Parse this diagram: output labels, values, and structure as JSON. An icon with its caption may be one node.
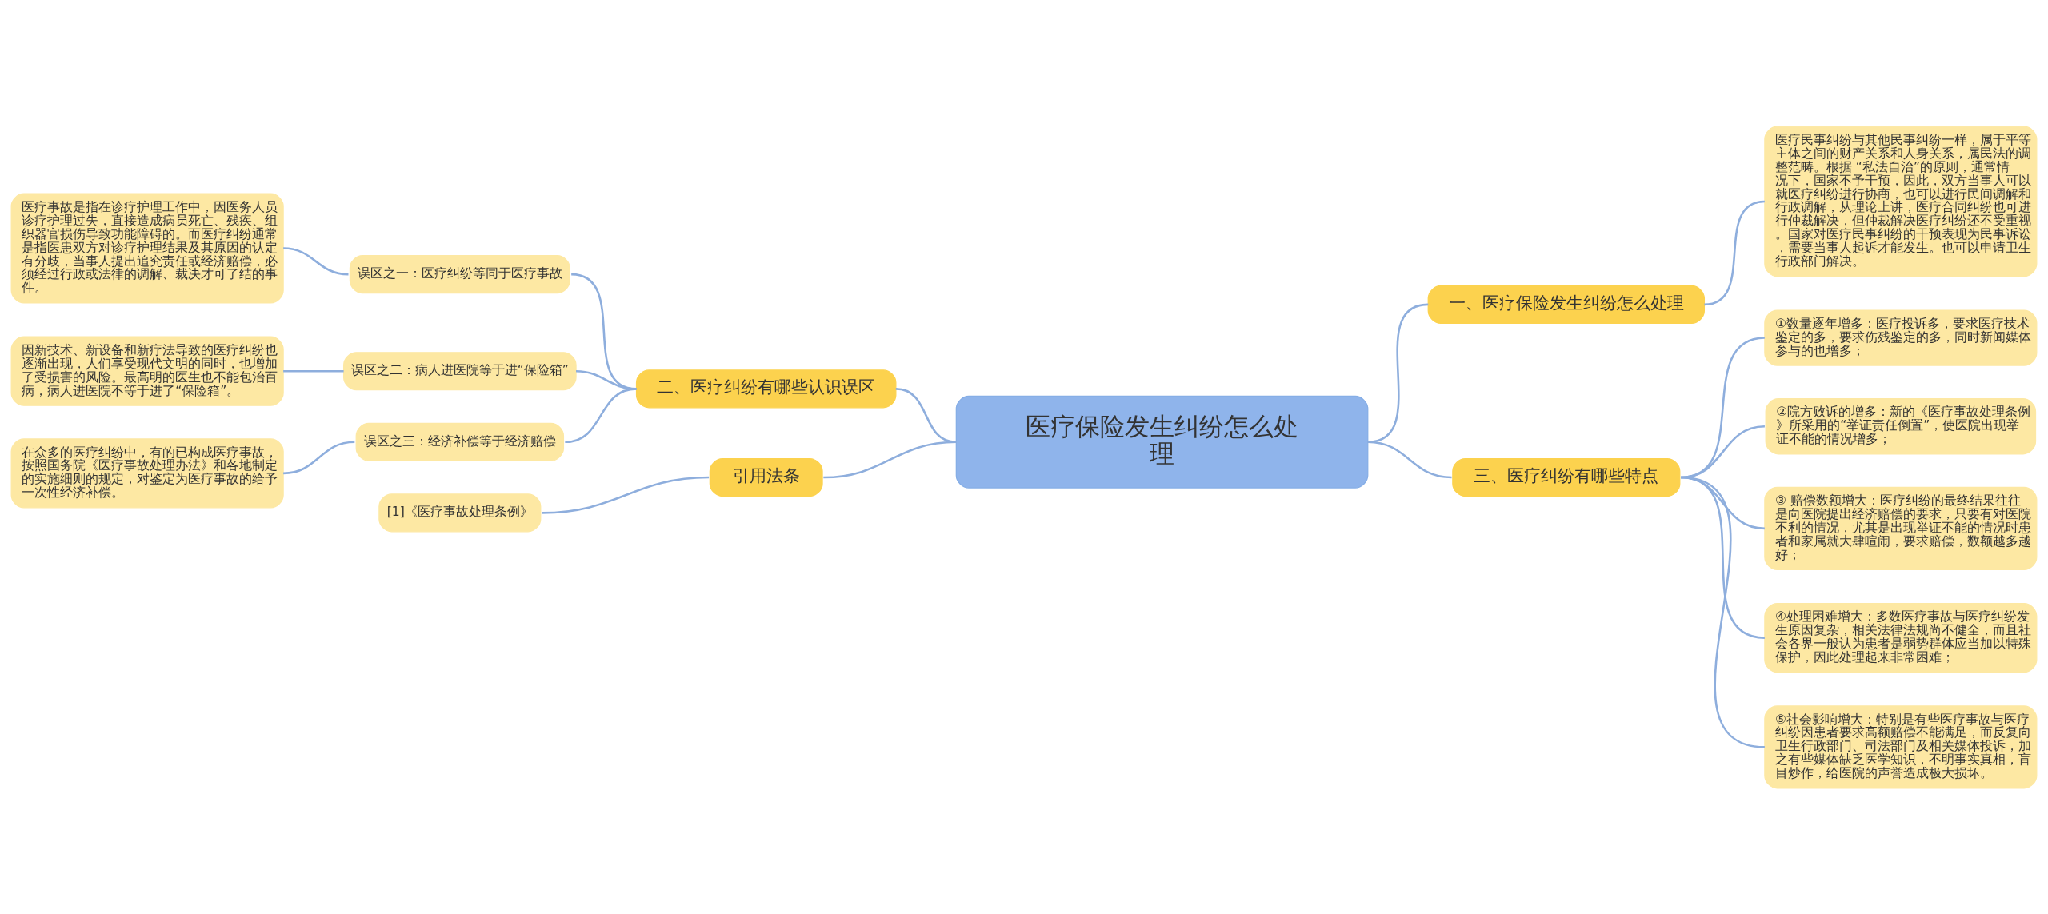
{
  "diagram": {
    "nodes": [
      {
        "text": [
          "医疗保险发生纠纷怎么处理"
        ]
      },
      {
        "text": [
          "一、医疗保险发生纠纷怎么处理"
        ]
      },
      {
        "text": [
          "医疗民事纠纷与其他民事纠纷一样，属于平等主体之间的财产关系和人身关系，属民法的调整范畴。根据 “私法自治”的原则，通常情况下，国家不予干预，因此，双方当事人可以就医疗纠纷进行协商，也可以进行民间调解和行政调解，从理论上讲，医疗合同纠纷也可进行仲裁解决，但仲裁解决医疗纠纷还不受重视。国家对医疗民事纠纷的干预表现为民事诉讼，需要当事人起诉才能发生。也可以申请卫生行政部门解决。"
        ]
      },
      {
        "text": [
          "二、医疗纠纷有哪些认识误区"
        ]
      },
      {
        "text": [
          "误区之一：医疗纠纷等同于医疗事故"
        ]
      },
      {
        "text": [
          "医疗事故是指在诊疗护理工作中，因医务人员诊疗护理过失，直接造成病员死亡、残疾、组织器官损伤导致功能障碍的。而医疗纠纷通常是指医患双方对诊疗护理结果及其原因的认定有分歧，当事人提出追究责任或经济赔偿，必须经过行政或法律的调解、裁决才可了结的事件。"
        ]
      },
      {
        "text": [
          "误区之二：病人进医院等于进“保险箱”"
        ]
      },
      {
        "text": [
          "因新技术、新设备和新疗法导致的医疗纠纷也逐渐出现，人们享受现代文明的同时，也增加了受损害的风险。最高明的医生也不能包治百病，病人进医院不等于进了“保险箱”。"
        ]
      },
      {
        "text": [
          "误区之三：经济补偿等于经济赔偿"
        ]
      },
      {
        "text": [
          "在众多的医疗纠纷中，有的已构成医疗事故，按照国务院《医疗事故处理办法》和各地制定的实施细则的规定，对鉴定为医疗事故的给予一次性经济补偿。"
        ]
      },
      {
        "text": [
          "三、医疗纠纷有哪些特点"
        ]
      },
      {
        "text": [
          "①数量逐年增多：医疗投诉多，要求医疗技术鉴定的多，要求伤残鉴定的多，同时新闻媒体参与的也增多；"
        ]
      },
      {
        "text": [
          "②院方败诉的增多：新的《医疗事故处理条例》所采用的“举证责任倒置”，使医院出现举证不能的情况增多；"
        ]
      },
      {
        "text": [
          "③ 赔偿数额增大：医疗纠纷的最终结果往往是向医院提出经济赔偿的要求，只要有对医院不利的情况，尤其是出现举证不能的情况时患者和家属就大肆喧闹，要求赔偿，数额越多越好；"
        ]
      },
      {
        "text": [
          "④处理困难增大：多数医疗事故与医疗纠纷发生原因复杂，相关法律法规尚不健全，而且社会各界一般认为患者是弱势群体应当加以特殊保护，因此处理起来非常困难；"
        ]
      },
      {
        "text": [
          "⑤社会影响增大：特别是有些医疗事故与医疗纠纷因患者要求高额赔偿不能满足，而反复向卫生行政部门、司法部门及相关媒体投诉，加之有些媒体缺乏医学知识，不明事实真相，盲目炒作，给医院的声誉造成极大损坏。"
        ]
      },
      {
        "text": [
          "引用法条"
        ]
      },
      {
        "text": [
          "[1]《医疗事故处理条例》"
        ]
      }
    ],
    "edges": [
      {
        "from": 0,
        "to": 1,
        "arrow": "none"
      },
      {
        "from": 1,
        "to": 2,
        "arrow": "none"
      },
      {
        "from": 3,
        "to": 0,
        "arrow": "none"
      },
      {
        "from": 4,
        "to": 3,
        "arrow": "none"
      },
      {
        "from": 5,
        "to": 4,
        "arrow": "none"
      },
      {
        "from": 6,
        "to": 3,
        "arrow": "none"
      },
      {
        "from": 7,
        "to": 6,
        "arrow": "none"
      },
      {
        "from": 8,
        "to": 3,
        "arrow": "none"
      },
      {
        "from": 9,
        "to": 8,
        "arrow": "none"
      },
      {
        "from": 0,
        "to": 10,
        "arrow": "none"
      },
      {
        "from": 10,
        "to": 11,
        "arrow": "none"
      },
      {
        "from": 10,
        "to": 12,
        "arrow": "none"
      },
      {
        "from": 10,
        "to": 13,
        "arrow": "none"
      },
      {
        "from": 10,
        "to": 14,
        "arrow": "none"
      },
      {
        "from": 10,
        "to": 15,
        "arrow": "none"
      },
      {
        "from": 16,
        "to": 0,
        "arrow": "none"
      },
      {
        "from": 17,
        "to": 16,
        "arrow": "none"
      }
    ]
  }
}
